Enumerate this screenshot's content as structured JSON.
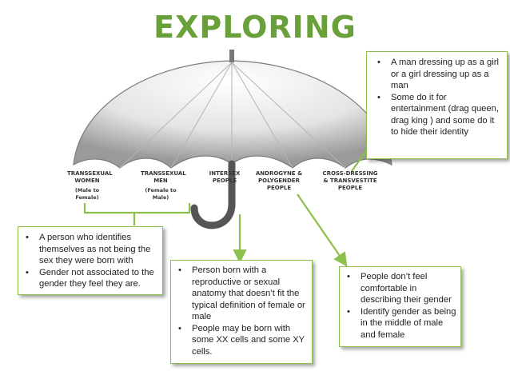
{
  "title": "EXPLORING",
  "umbrella_labels": [
    {
      "name": "TRANSSEXUAL WOMEN",
      "sub": "(Male to Female)"
    },
    {
      "name": "TRANSSEXUAL MEN",
      "sub": "(Female to Male)"
    },
    {
      "name": "INTERSEX PEOPLE",
      "sub": ""
    },
    {
      "name": "ANDROGYNE & POLYGENDER PEOPLE",
      "sub": ""
    },
    {
      "name": "CROSS-DRESSING & TRANSVESTITE PEOPLE",
      "sub": ""
    }
  ],
  "boxes": {
    "cross_dressing": [
      "A man dressing up as a girl or a girl dressing up as a man",
      "Some do it for entertainment (drag queen, drag king ) and some do it to hide their identity"
    ],
    "transsexual": [
      "A person who identifies themselves as not being the sex they were born with",
      "Gender not associated to the gender they feel they are."
    ],
    "intersex": [
      "Person born with a reproductive or sexual anatomy that doesn’t fit the typical definition of female or male",
      "People may be born with some XX cells and some XY cells."
    ],
    "androgyne": [
      "People don’t feel comfortable in describing their gender",
      "Identify gender as being in the middle of male and female"
    ]
  },
  "colors": {
    "accent": "#8cc04a",
    "title": "#6aa03a",
    "umbrella": "#d8d8d8"
  }
}
